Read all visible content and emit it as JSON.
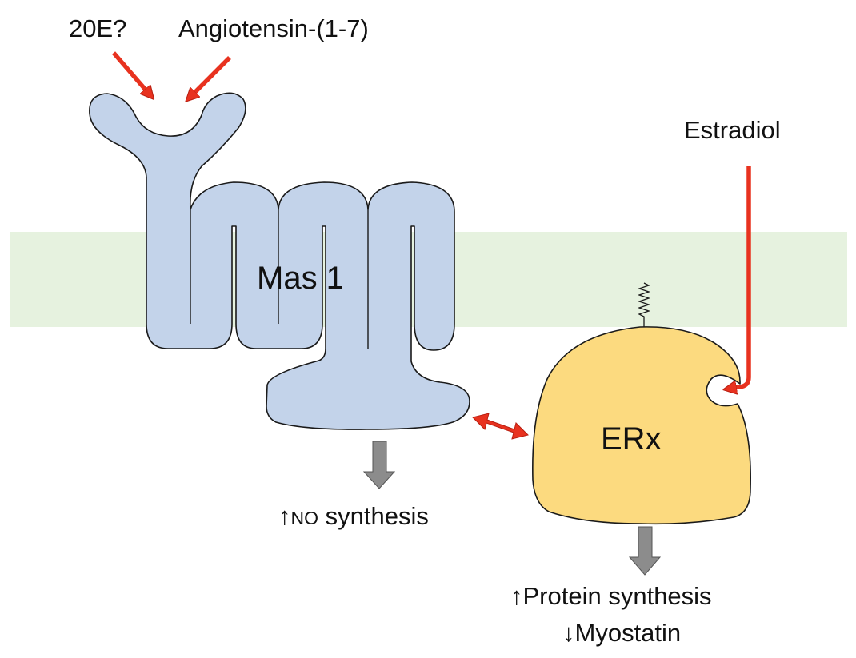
{
  "ligands": {
    "ecdysterone": "20E?",
    "angiotensin": "Angiotensin-(1-7)",
    "estradiol": "Estradiol"
  },
  "receptors": {
    "mas": "Mas 1",
    "erx": "ERx"
  },
  "outputs": {
    "no_synthesis": {
      "arrow": "↑",
      "prefix": "NO",
      "rest": " synthesis"
    },
    "protein_synthesis": "↑Protein synthesis",
    "myostatin": "↓Myostatin"
  },
  "colors": {
    "membrane": "#e6f2df",
    "mas_receptor": "#c3d3ea",
    "erx_receptor": "#fcda7f",
    "ligand_arrow": "#e8321f",
    "output_arrow": "#8c8c8c",
    "outline": "#1a1a1a"
  }
}
